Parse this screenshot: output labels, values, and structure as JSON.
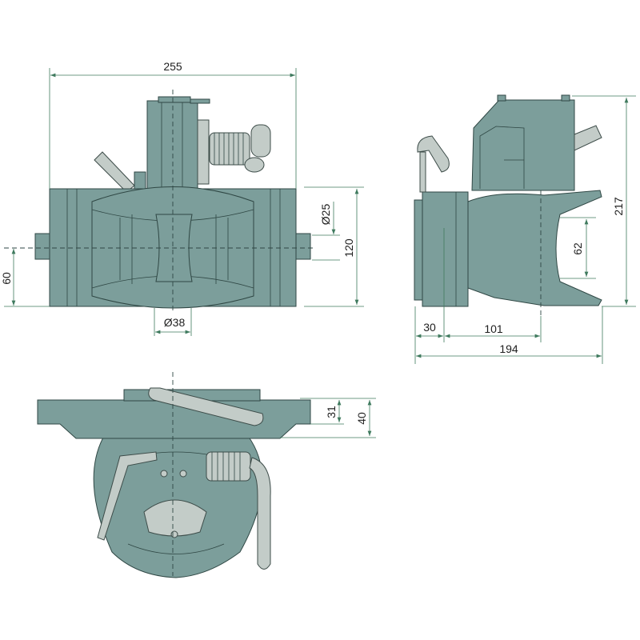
{
  "colors": {
    "body": "#7c9e9b",
    "light_parts": "#c3ccc8",
    "dimension_lines": "#3f7a5e"
  },
  "front_view": {
    "width": "255",
    "pin_diameter": "Ø25",
    "height": "120",
    "pin_height": "60",
    "ball_diameter": "Ø38"
  },
  "side_view": {
    "height": "217",
    "jaw_opening": "62",
    "flange": "30",
    "center_offset": "101",
    "depth": "194"
  },
  "bottom_view": {
    "plate_thickness": "31",
    "total_thickness": "40"
  }
}
